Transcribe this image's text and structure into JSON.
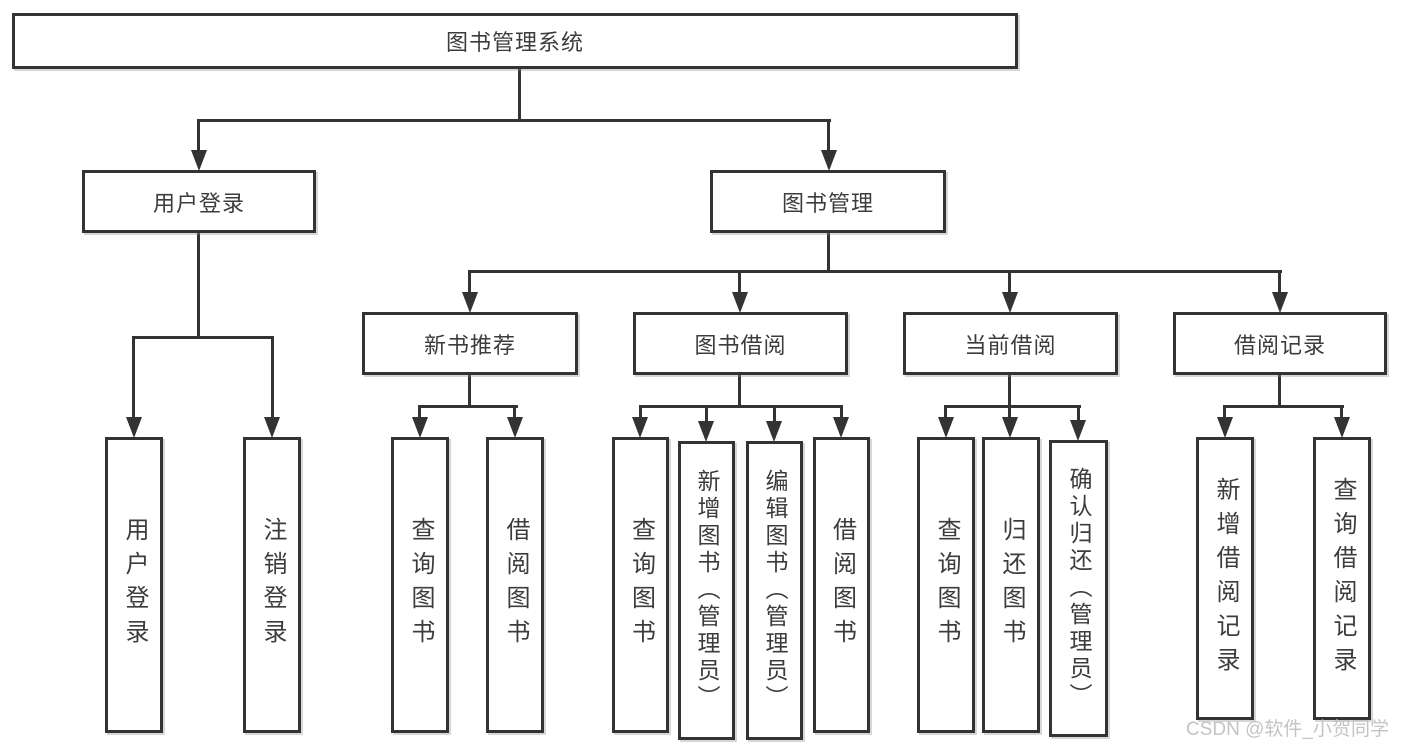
{
  "tree": {
    "root": "图书管理系统",
    "children": [
      {
        "label": "用户登录",
        "children": [
          "用户登录",
          "注销登录"
        ]
      },
      {
        "label": "图书管理",
        "children": [
          {
            "label": "新书推荐",
            "children": [
              "查询图书",
              "借阅图书"
            ]
          },
          {
            "label": "图书借阅",
            "children": [
              "查询图书",
              "新增图书（管理员）",
              "编辑图书（管理员）",
              "借阅图书"
            ]
          },
          {
            "label": "当前借阅",
            "children": [
              "查询图书",
              "归还图书",
              "确认归还（管理员）"
            ]
          },
          {
            "label": "借阅记录",
            "children": [
              "新增借阅记录",
              "查询借阅记录"
            ]
          }
        ]
      }
    ]
  },
  "watermark": {
    "text": "CSDN @软件_小贺同学"
  },
  "colors": {
    "line": "#333333",
    "box_border": "#333333",
    "text": "#3c3c3c",
    "watermark": "#c4c4c4",
    "background": "#ffffff"
  }
}
